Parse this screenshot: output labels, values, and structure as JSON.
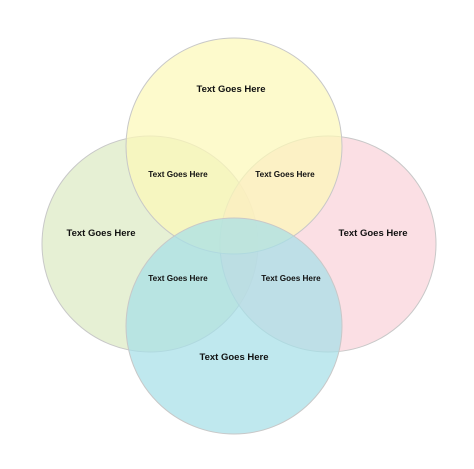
{
  "diagram": {
    "circles": [
      {
        "id": "top",
        "label": "Text Goes Here",
        "color": "#fcf8b8"
      },
      {
        "id": "left",
        "label": "Text Goes Here",
        "color": "#ddeac4"
      },
      {
        "id": "right",
        "label": "Text Goes Here",
        "color": "#f9d3d9"
      },
      {
        "id": "bottom",
        "label": "Text Goes Here",
        "color": "#a6dfe8"
      }
    ],
    "intersections": {
      "top_left": "Text Goes Here",
      "top_right": "Text Goes Here",
      "bottom_left": "Text Goes Here",
      "bottom_right": "Text Goes Here"
    },
    "stroke_color": "#c8c8c8",
    "circle_opacity": 0.72
  }
}
